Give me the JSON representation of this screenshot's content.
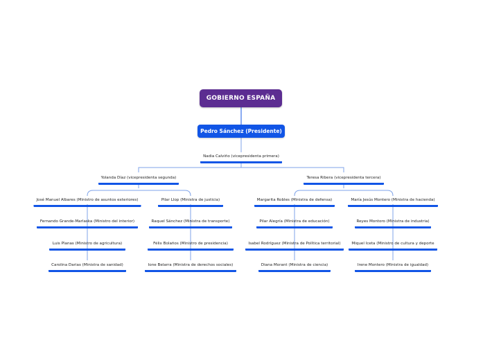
{
  "colors": {
    "root": "#5c2d91",
    "primary": "#1155e6",
    "connector": "#7fa3e8",
    "text": "#222222"
  },
  "root": {
    "label": "GOBIERNO ESPAÑA"
  },
  "president": {
    "label": "Pedro Sánchez (Presidente)"
  },
  "first_vp": {
    "label": "Nadia Calviño (vicepresidenta primera)"
  },
  "left_branch": {
    "label": "Yolanda Díaz (vicepresidenta segunda)",
    "col1": [
      "José Manuel Albares (Ministro de asuntos exteriores)",
      "Fernando Grande-Marlaska (Ministro del interior)",
      "Luis Planas (Ministro de agricultura)",
      "Carolina Darias (Ministra de sanidad)"
    ],
    "col2": [
      "Pilar Llop (Ministra de justicia)",
      "Raquel Sánchez (Ministra de transporte)",
      "Félix Bolaños (Ministro de presidencia)",
      "Ione Belarra (Ministra de derechos sociales)"
    ]
  },
  "right_branch": {
    "label": "Teresa Ribera (vicepresidenta tercera)",
    "col1": [
      "Margarita Robles (Ministra de defensa)",
      "Pilar Alegría (Ministra de educación)",
      "Isabel Rodríguez (Ministra de Política territorial)",
      "Diana Morant (Ministra de ciencia)"
    ],
    "col2": [
      "María Jesús Montero (Ministra de hacienda)",
      "Reyes Montoro (Ministra de industria)",
      "Miquel Iceta (Ministro de cultura y deporte",
      "Irene Montero (Ministra de igualdad)"
    ]
  }
}
